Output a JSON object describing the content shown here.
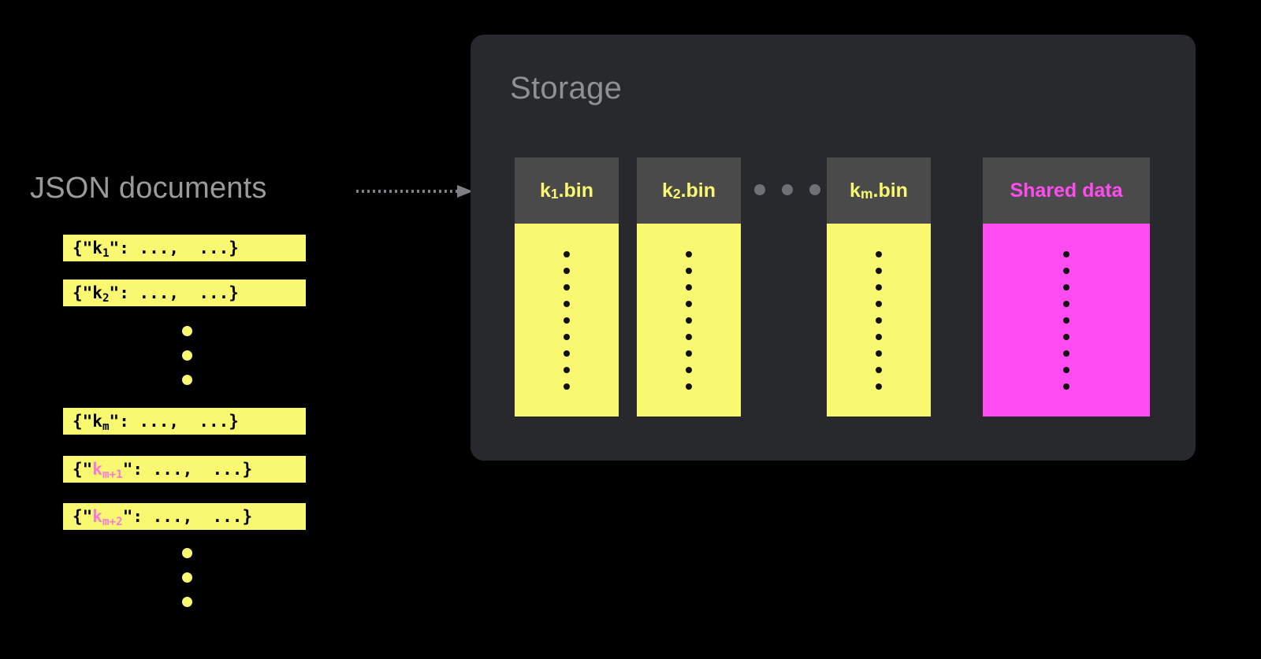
{
  "colors": {
    "background": "#000000",
    "panel": "#28292d",
    "panel_title_text": "#8e9094",
    "label_text": "#9a9a9a",
    "yellow": "#f9f871",
    "magenta": "#ff4cf0",
    "pink_key": "#ff77dd",
    "column_header": "#4a4a4a",
    "gray_dot": "#6e7075",
    "arrow": "#7d7f84"
  },
  "left": {
    "label": "JSON documents",
    "documents": [
      {
        "id": "doc-k1",
        "prefix": "{\"",
        "key": "k",
        "sub": "1",
        "suffix": "\": ...,  ...}",
        "key_color": "plain"
      },
      {
        "id": "doc-k2",
        "prefix": "{\"",
        "key": "k",
        "sub": "2",
        "suffix": "\": ...,  ...}",
        "key_color": "plain"
      },
      {
        "id": "doc-km",
        "prefix": "{\"",
        "key": "k",
        "sub": "m",
        "suffix": "\": ...,  ...}",
        "key_color": "plain"
      },
      {
        "id": "doc-km1",
        "prefix": "{\"",
        "key": "k",
        "sub": "m+1",
        "suffix": "\": ...,  ...}",
        "key_color": "pink"
      },
      {
        "id": "doc-km2",
        "prefix": "{\"",
        "key": "k",
        "sub": "m+2",
        "suffix": "\": ...,  ...}",
        "key_color": "pink"
      }
    ],
    "ellipsis_dot_count": 3
  },
  "connector": {
    "style": "dotted-arrow",
    "direction": "right"
  },
  "storage": {
    "title": "Storage",
    "columns": [
      {
        "id": "k1-bin",
        "label_prefix": "k",
        "label_sub": "1",
        "label_suffix": ".bin",
        "header_text_color": "yellow",
        "body_fill": "yellow",
        "dot_count": 9
      },
      {
        "id": "k2-bin",
        "label_prefix": "k",
        "label_sub": "2",
        "label_suffix": ".bin",
        "header_text_color": "yellow",
        "body_fill": "yellow",
        "dot_count": 9
      },
      {
        "id": "km-bin",
        "label_prefix": "k",
        "label_sub": "m",
        "label_suffix": ".bin",
        "header_text_color": "yellow",
        "body_fill": "yellow",
        "dot_count": 9
      },
      {
        "id": "shared-data",
        "label_prefix": "",
        "label_sub": "",
        "label_suffix": "Shared data",
        "header_text_color": "pink",
        "body_fill": "pink",
        "dot_count": 9
      }
    ],
    "column_ellipsis_dot_count": 3
  }
}
